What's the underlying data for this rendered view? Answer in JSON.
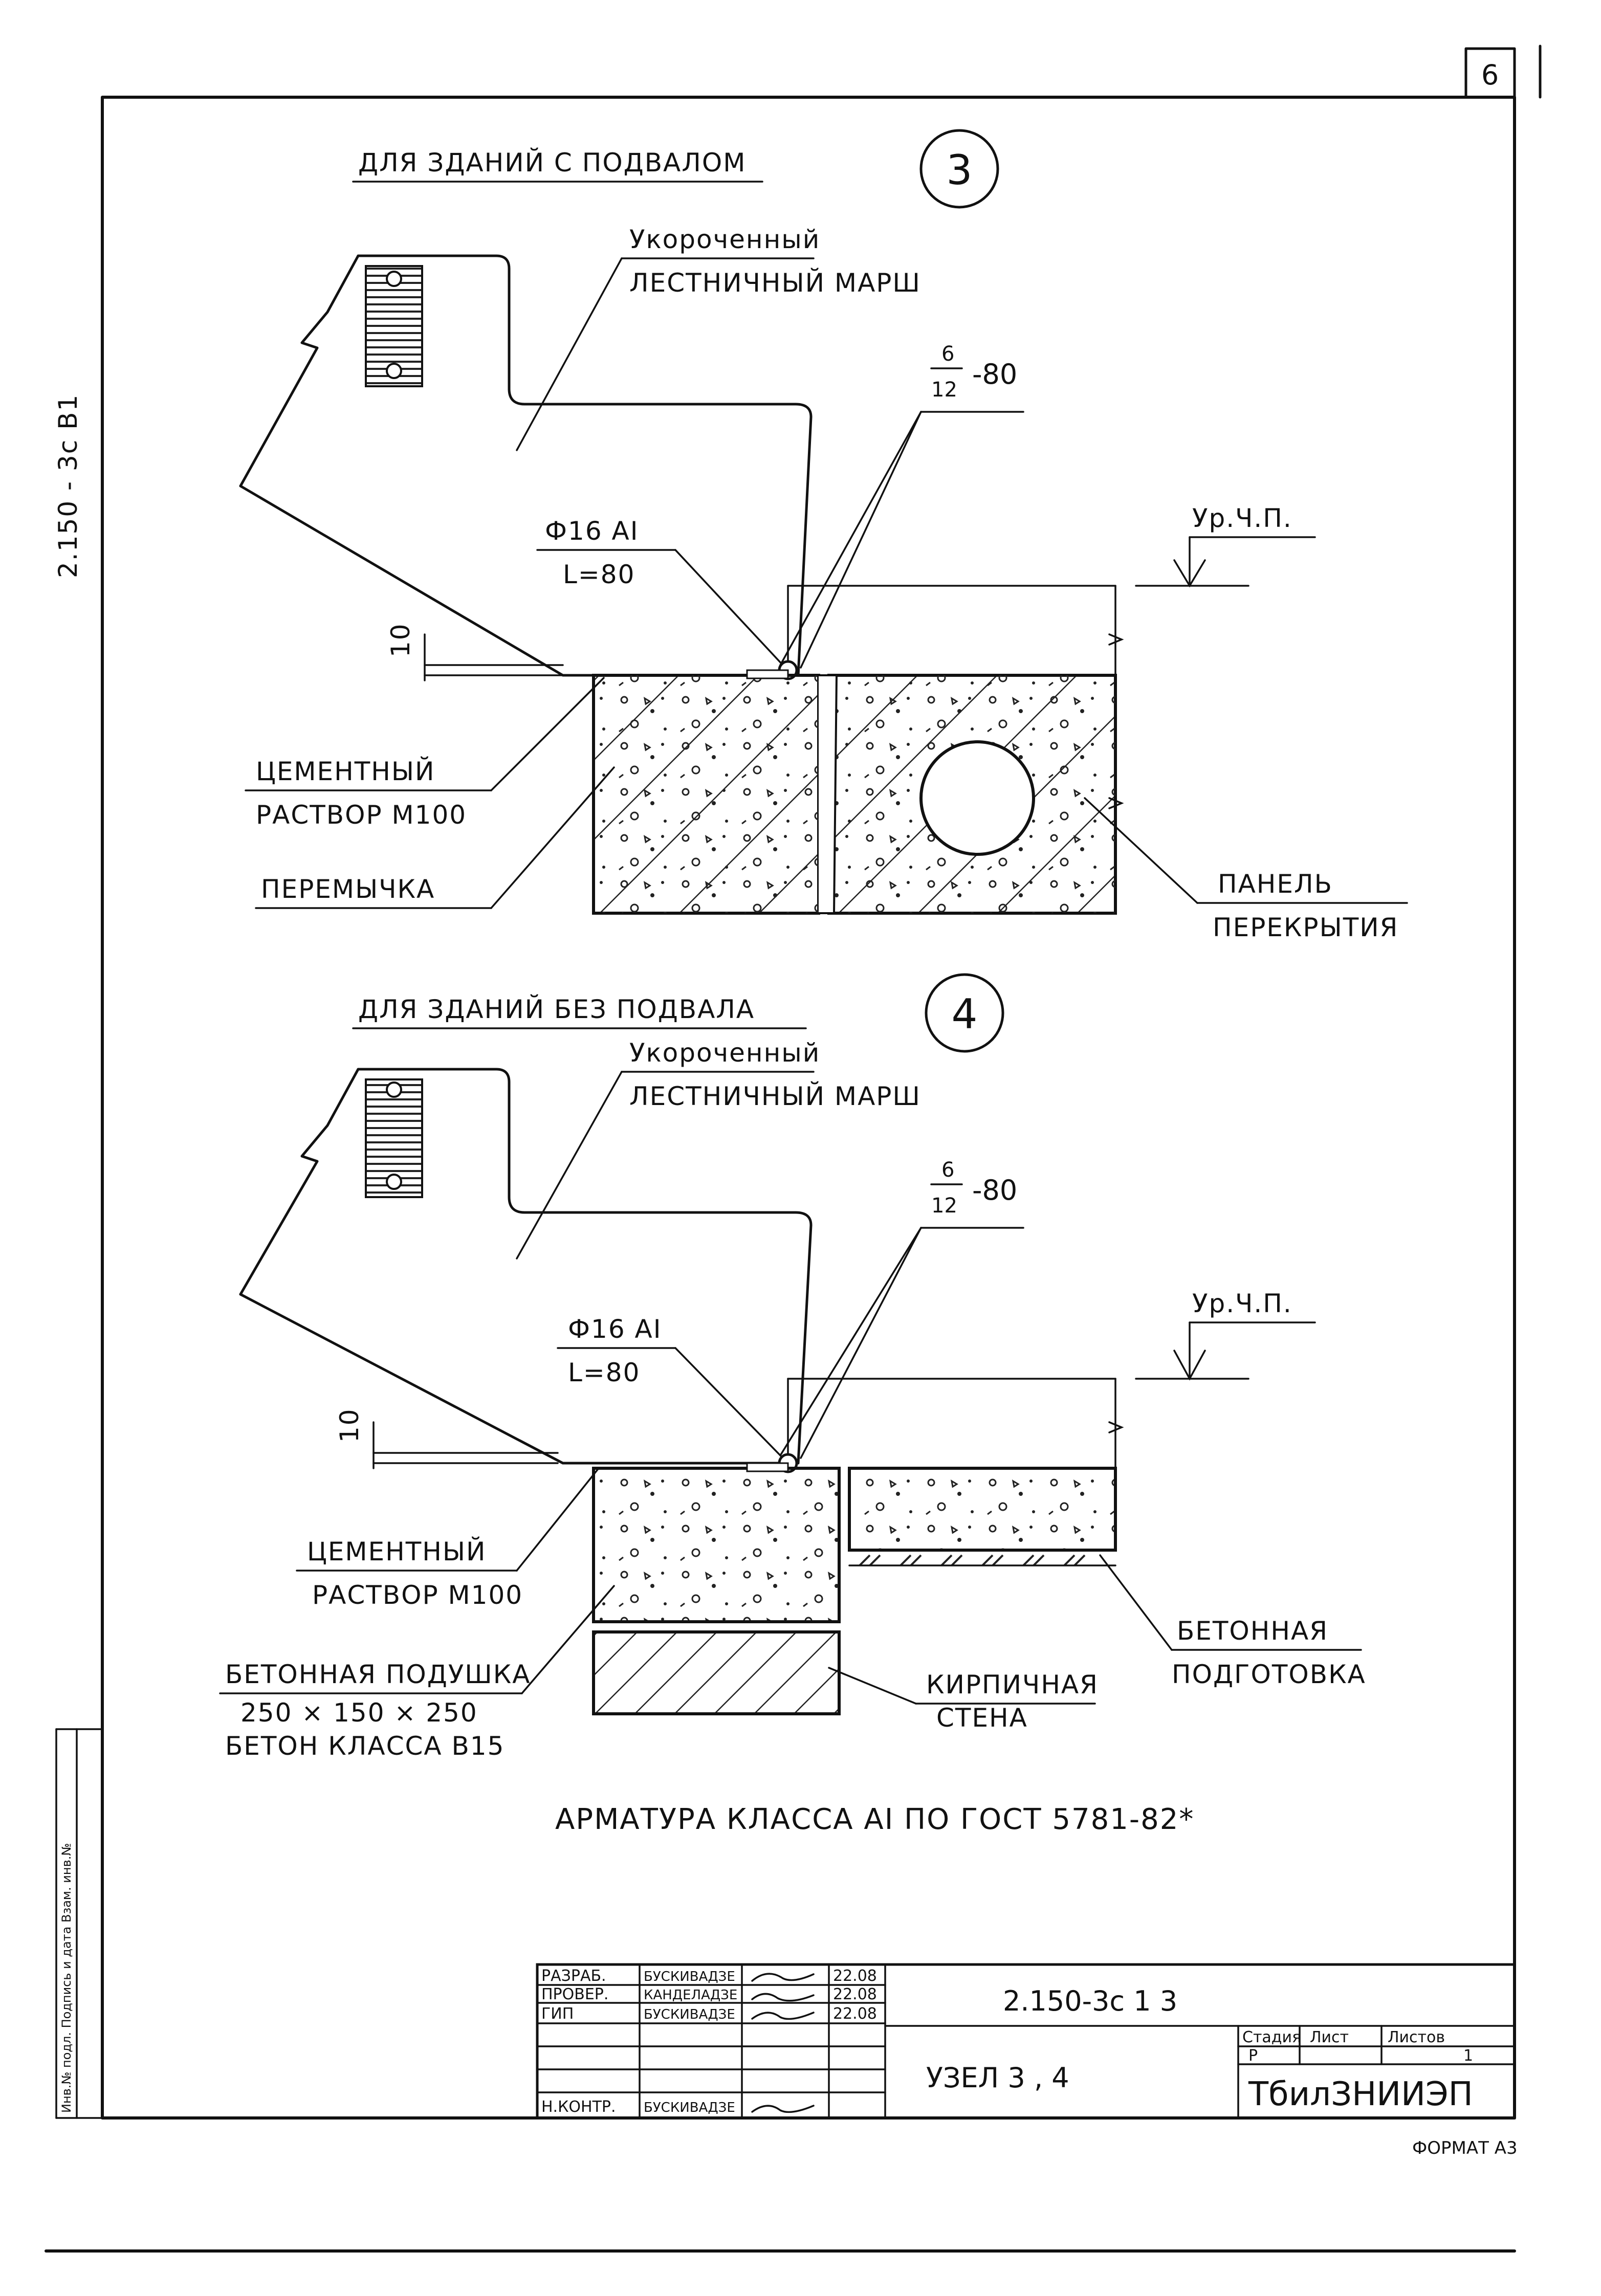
{
  "sheet": {
    "page_number": "6",
    "side_code": "2.150 - 3c B1",
    "side_stamp": "Инв.№ подл.  Подпись и дата  Взам. инв.№",
    "format": "ФОРМАТ А3",
    "note": "АРМАТУРА КЛАССА AI ПО ГОСТ 5781-82*"
  },
  "node3": {
    "title": "ДЛЯ ЗДАНИЙ С ПОДВАЛОМ",
    "number": "3",
    "stair_label_1": "Укороченный",
    "stair_label_2": "ЛЕСТНИЧНЫЙ МАРШ",
    "weld_top": "6",
    "weld_bottom": "12",
    "weld_len": "-80",
    "level": "Ур.Ч.П.",
    "bar_1": "Ф16 AI",
    "bar_2": "L=80",
    "dim": "10",
    "mortar_1": "ЦЕМЕНТНЫЙ",
    "mortar_2": "РАСТВОР М100",
    "lintel": "ПЕРЕМЫЧКА",
    "panel_1": "ПАНЕЛЬ",
    "panel_2": "ПЕРЕКРЫТИЯ"
  },
  "node4": {
    "title": "ДЛЯ ЗДАНИЙ БЕЗ ПОДВАЛА",
    "number": "4",
    "stair_label_1": "Укороченный",
    "stair_label_2": "ЛЕСТНИЧНЫЙ МАРШ",
    "weld_top": "6",
    "weld_bottom": "12",
    "weld_len": "-80",
    "level": "Ур.Ч.П.",
    "bar_1": "Ф16 AI",
    "bar_2": "L=80",
    "dim": "10",
    "mortar_1": "ЦЕМЕНТНЫЙ",
    "mortar_2": "РАСТВОР М100",
    "pad_1": "БЕТОННАЯ ПОДУШКА",
    "pad_2": "250 × 150 × 250",
    "pad_3": "БЕТОН КЛАССА В15",
    "prep_1": "БЕТОННАЯ",
    "prep_2": "ПОДГОТОВКА",
    "brick_1": "КИРПИЧНАЯ",
    "brick_2": "СТЕНА"
  },
  "title_block": {
    "roles": [
      "РАЗРАБ.",
      "ПРОВЕР.",
      "ГИП",
      "Н.КОНТР."
    ],
    "names": [
      "БУСКИВАДЗЕ",
      "КАНДЕЛАДЗЕ",
      "БУСКИВАДЗЕ",
      "БУСКИВАДЗЕ"
    ],
    "dates": [
      "22.08",
      "22.08",
      "22.08",
      ""
    ],
    "code": "2.150-3c 1 3",
    "sheet_title": "УЗЕЛ 3 , 4",
    "stage_header": "Стадия",
    "sheet_header": "Лист",
    "sheets_header": "Листов",
    "stage": "Р",
    "sheets_total": "1",
    "org": "ТбилЗНИИЭП"
  }
}
